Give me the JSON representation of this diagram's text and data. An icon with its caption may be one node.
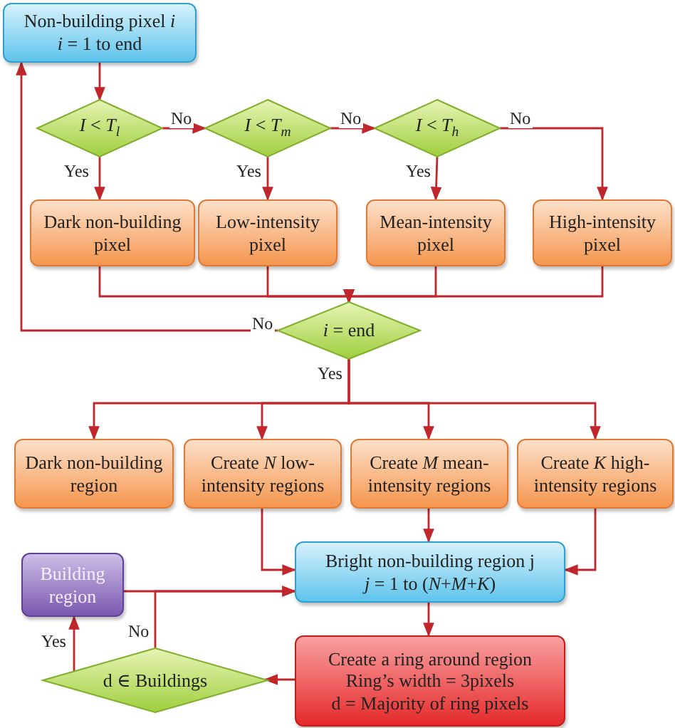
{
  "diagram": {
    "nodes": [
      {
        "text": [
          "Non-building pixel *i*",
          "*i* = 1 to end"
        ]
      },
      {
        "text": [
          "*I* < *T*$_{l}$"
        ]
      },
      {
        "text": [
          "*I* < *T*$_{m}$"
        ]
      },
      {
        "text": [
          "*I* < *T*$_{h}$"
        ]
      },
      {
        "text": [
          "Dark non-building pixel"
        ]
      },
      {
        "text": [
          "Low-intensity pixel"
        ]
      },
      {
        "text": [
          "Mean-intensity pixel"
        ]
      },
      {
        "text": [
          "High-intensity pixel"
        ]
      },
      {
        "text": [
          "*i* = end"
        ]
      },
      {
        "text": [
          "Dark non-building region"
        ]
      },
      {
        "text": [
          "Create *N* low-intensity regions"
        ]
      },
      {
        "text": [
          "Create *M* mean-intensity regions"
        ]
      },
      {
        "text": [
          "Create *K* high-intensity regions"
        ]
      },
      {
        "text": [
          "Bright non-building region j",
          "*j* = 1 to (*N*+*M*+*K*)"
        ]
      },
      {
        "text": [
          "Building region"
        ]
      },
      {
        "text": [
          "Create a ring around region",
          "Ring’s width = 3pixels",
          "d = Majority of ring pixels"
        ]
      },
      {
        "text": [
          "d ∈ Buildings"
        ]
      }
    ],
    "edges": [
      {
        "from": 0,
        "to": 1,
        "arrow": "to"
      },
      {
        "from": 1,
        "to": 2,
        "arrow": "to",
        "label": "No"
      },
      {
        "from": 2,
        "to": 3,
        "arrow": "to",
        "label": "No"
      },
      {
        "from": 3,
        "to": 7,
        "arrow": "to",
        "label": "No"
      },
      {
        "from": 1,
        "to": 4,
        "arrow": "to",
        "label": "Yes"
      },
      {
        "from": 2,
        "to": 5,
        "arrow": "to",
        "label": "Yes"
      },
      {
        "from": 3,
        "to": 6,
        "arrow": "to",
        "label": "Yes"
      },
      {
        "from": 4,
        "to": 8,
        "arrow": "to"
      },
      {
        "from": 5,
        "to": 8,
        "arrow": "to"
      },
      {
        "from": 6,
        "to": 8,
        "arrow": "to"
      },
      {
        "from": 7,
        "to": 8,
        "arrow": "to"
      },
      {
        "from": 8,
        "to": 0,
        "arrow": "to",
        "label": "No"
      },
      {
        "from": 8,
        "to": 9,
        "arrow": "to",
        "label": "Yes"
      },
      {
        "from": 8,
        "to": 10,
        "arrow": "to"
      },
      {
        "from": 8,
        "to": 11,
        "arrow": "to"
      },
      {
        "from": 8,
        "to": 12,
        "arrow": "to"
      },
      {
        "from": 10,
        "to": 13,
        "arrow": "to"
      },
      {
        "from": 11,
        "to": 13,
        "arrow": "to"
      },
      {
        "from": 12,
        "to": 13,
        "arrow": "to"
      },
      {
        "from": 14,
        "to": 13,
        "arrow": "to"
      },
      {
        "from": 13,
        "to": 15,
        "arrow": "to"
      },
      {
        "from": 15,
        "to": 16,
        "arrow": "to"
      },
      {
        "from": 16,
        "to": 14,
        "arrow": "to",
        "label": "Yes"
      },
      {
        "from": 16,
        "to": 13,
        "arrow": "to",
        "label": "No"
      }
    ]
  }
}
